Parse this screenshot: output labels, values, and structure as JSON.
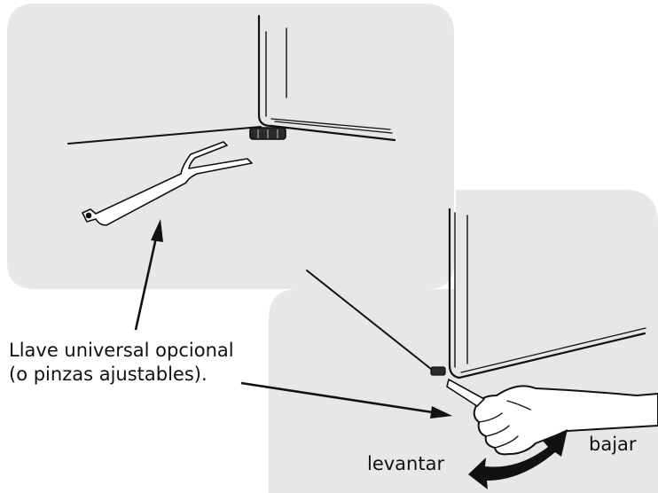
{
  "callout": {
    "line1": "Llave universal opcional",
    "line2": "(o pinzas ajustables)."
  },
  "motion": {
    "raise_label": "levantar",
    "lower_label": "bajar"
  },
  "colors": {
    "panel": "#e6e7e8",
    "ink": "#111111",
    "hand": "#ffffff"
  },
  "icons": [
    "wrench-icon",
    "hand-icon",
    "double-arrow-icon"
  ]
}
